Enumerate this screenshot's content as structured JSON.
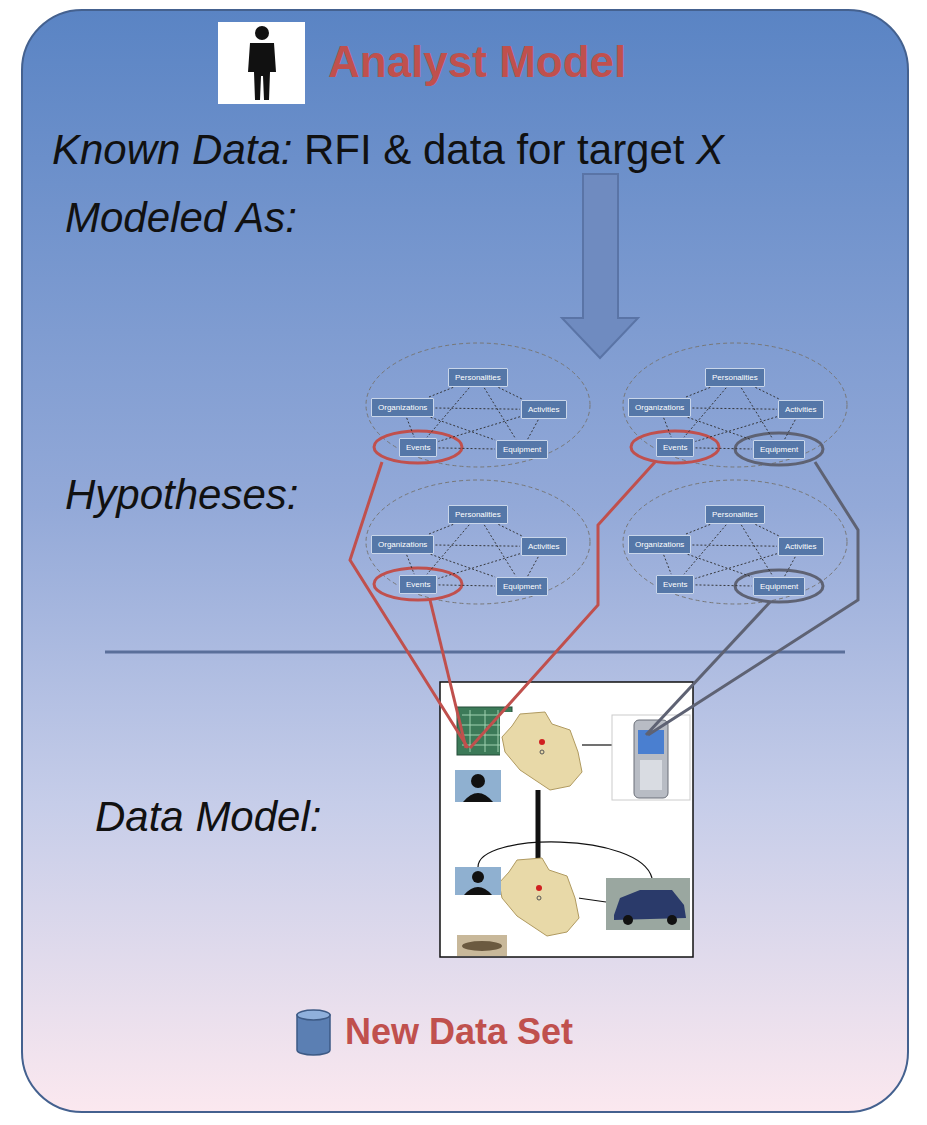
{
  "diagram": {
    "title": "Analyst Model",
    "nodes": [
      {
        "text": [
          "Personalities"
        ]
      },
      {
        "text": [
          "Organizations"
        ]
      },
      {
        "text": [
          "Activities"
        ]
      },
      {
        "text": [
          "Events"
        ]
      },
      {
        "text": [
          "Equipment"
        ]
      },
      {
        "text": [
          "Personalities"
        ]
      },
      {
        "text": [
          "Organizations"
        ]
      },
      {
        "text": [
          "Activities"
        ]
      },
      {
        "text": [
          "Events"
        ]
      },
      {
        "text": [
          "Equipment"
        ]
      },
      {
        "text": [
          "Personalities"
        ]
      },
      {
        "text": [
          "Organizations"
        ]
      },
      {
        "text": [
          "Activities"
        ]
      },
      {
        "text": [
          "Events"
        ]
      },
      {
        "text": [
          "Equipment"
        ]
      },
      {
        "text": [
          "Personalities"
        ]
      },
      {
        "text": [
          "Organizations"
        ]
      },
      {
        "text": [
          "Activities"
        ]
      },
      {
        "text": [
          "Events"
        ]
      },
      {
        "text": [
          "Equipment"
        ]
      }
    ],
    "edges": [
      {
        "from": 0,
        "to": 1,
        "arrow": "none"
      },
      {
        "from": 0,
        "to": 2,
        "arrow": "none"
      },
      {
        "from": 0,
        "to": 3,
        "arrow": "none"
      },
      {
        "from": 0,
        "to": 4,
        "arrow": "none"
      },
      {
        "from": 1,
        "to": 2,
        "arrow": "none"
      },
      {
        "from": 1,
        "to": 3,
        "arrow": "none"
      },
      {
        "from": 1,
        "to": 4,
        "arrow": "none"
      },
      {
        "from": 2,
        "to": 3,
        "arrow": "none"
      },
      {
        "from": 2,
        "to": 4,
        "arrow": "none"
      },
      {
        "from": 3,
        "to": 4,
        "arrow": "none"
      },
      {
        "from": 5,
        "to": 6,
        "arrow": "none"
      },
      {
        "from": 5,
        "to": 7,
        "arrow": "none"
      },
      {
        "from": 5,
        "to": 8,
        "arrow": "none"
      },
      {
        "from": 5,
        "to": 9,
        "arrow": "none"
      },
      {
        "from": 6,
        "to": 7,
        "arrow": "none"
      },
      {
        "from": 6,
        "to": 8,
        "arrow": "none"
      },
      {
        "from": 6,
        "to": 9,
        "arrow": "none"
      },
      {
        "from": 7,
        "to": 8,
        "arrow": "none"
      },
      {
        "from": 7,
        "to": 9,
        "arrow": "none"
      },
      {
        "from": 8,
        "to": 9,
        "arrow": "none"
      },
      {
        "from": 10,
        "to": 11,
        "arrow": "none"
      },
      {
        "from": 10,
        "to": 12,
        "arrow": "none"
      },
      {
        "from": 10,
        "to": 13,
        "arrow": "none"
      },
      {
        "from": 10,
        "to": 14,
        "arrow": "none"
      },
      {
        "from": 11,
        "to": 12,
        "arrow": "none"
      },
      {
        "from": 11,
        "to": 13,
        "arrow": "none"
      },
      {
        "from": 11,
        "to": 14,
        "arrow": "none"
      },
      {
        "from": 12,
        "to": 13,
        "arrow": "none"
      },
      {
        "from": 12,
        "to": 14,
        "arrow": "none"
      },
      {
        "from": 13,
        "to": 14,
        "arrow": "none"
      },
      {
        "from": 15,
        "to": 16,
        "arrow": "none"
      },
      {
        "from": 15,
        "to": 17,
        "arrow": "none"
      },
      {
        "from": 15,
        "to": 18,
        "arrow": "none"
      },
      {
        "from": 15,
        "to": 19,
        "arrow": "none"
      },
      {
        "from": 16,
        "to": 17,
        "arrow": "none"
      },
      {
        "from": 16,
        "to": 18,
        "arrow": "none"
      },
      {
        "from": 16,
        "to": 19,
        "arrow": "none"
      },
      {
        "from": 17,
        "to": 18,
        "arrow": "none"
      },
      {
        "from": 17,
        "to": 19,
        "arrow": "none"
      },
      {
        "from": 18,
        "to": 19,
        "arrow": "none"
      }
    ],
    "labels": [
      "Known Data:",
      "RFI & data for target",
      "X",
      "Modeled As:",
      "Hypotheses:",
      "Data Model:",
      "New Data Set"
    ]
  }
}
